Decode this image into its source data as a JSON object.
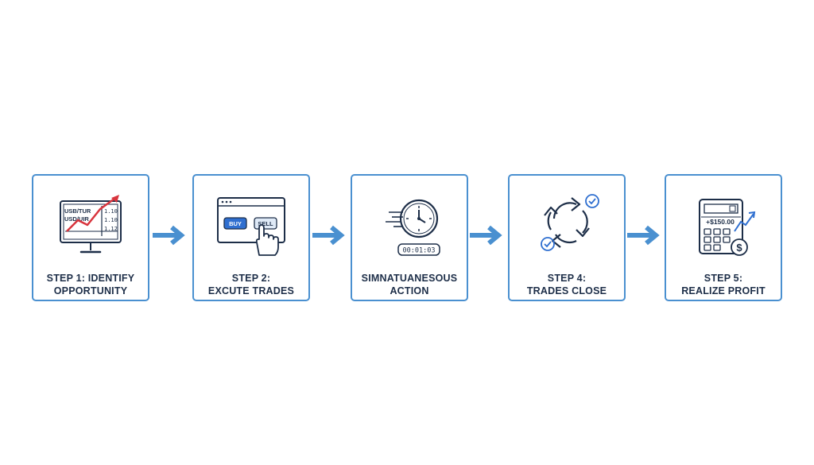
{
  "colors": {
    "border": "#4a90d0",
    "arrow": "#4a90d0",
    "icon_stroke": "#1d2e48",
    "icon_accent": "#2f6fd0",
    "trend": "#d8343d",
    "text": "#1d2e48"
  },
  "steps": [
    {
      "label_line1": "STEP 1: IDENTIFY",
      "label_line2": "OPPORTUNITY",
      "icon": "monitor-chart-icon",
      "icon_text": {
        "pair1": "USB/TUR",
        "pair2": "USD/UIR",
        "price1": "1.10",
        "price2": "1.10",
        "price3": "1.12"
      }
    },
    {
      "label_line1": "STEP 2:",
      "label_line2": "EXCUTE TRADES",
      "icon": "browser-trade-buttons-icon",
      "icon_text": {
        "buy": "BUY",
        "sell": "SELL"
      }
    },
    {
      "label_line1": "SIMNATUANESOUS",
      "label_line2": "ACTION",
      "icon": "stopwatch-icon",
      "icon_text": {
        "timer": "00:01:03"
      }
    },
    {
      "label_line1": "STEP 4:",
      "label_line2": "TRADES CLOSE",
      "icon": "cycle-check-icon",
      "icon_text": {}
    },
    {
      "label_line1": "STEP 5:",
      "label_line2": "REALIZE PROFIT",
      "icon": "calculator-profit-icon",
      "icon_text": {
        "display": "+$150.00",
        "currency": "$"
      }
    }
  ]
}
